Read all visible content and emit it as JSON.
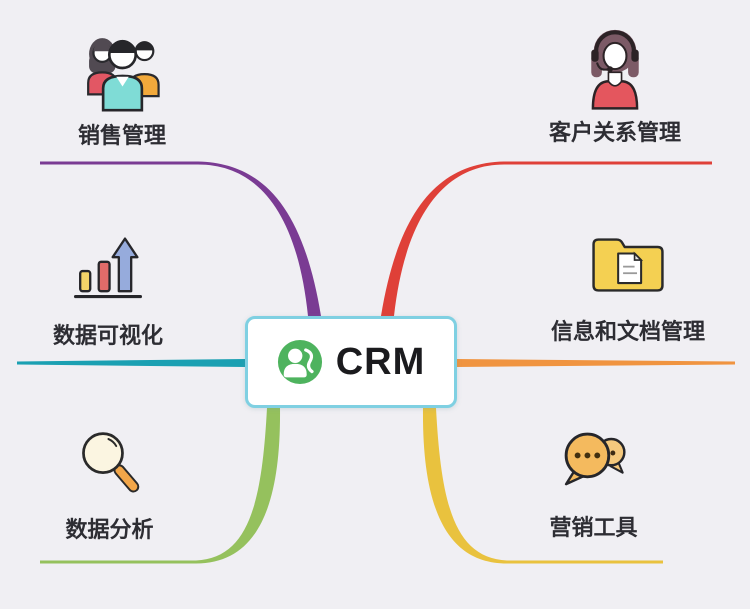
{
  "background_color": "#f0eff3",
  "center": {
    "title": "CRM",
    "icon": "contacts-icon",
    "icon_color": "#4eb35e",
    "box_border_color": "#7fd0e2"
  },
  "nodes": [
    {
      "id": "sales",
      "label": "销售管理",
      "icon": "people-group-icon",
      "branch_color": "#7a3b93",
      "position": "top-left"
    },
    {
      "id": "customer",
      "label": "客户关系管理",
      "icon": "support-agent-icon",
      "branch_color": "#df4038",
      "position": "top-right"
    },
    {
      "id": "dataviz",
      "label": "数据可视化",
      "icon": "bar-chart-icon",
      "branch_color": "#1ba0b2",
      "position": "middle-left"
    },
    {
      "id": "docs",
      "label": "信息和文档管理",
      "icon": "folder-document-icon",
      "branch_color": "#f09440",
      "position": "middle-right"
    },
    {
      "id": "analysis",
      "label": "数据分析",
      "icon": "magnifier-icon",
      "branch_color": "#95c15d",
      "position": "bottom-left"
    },
    {
      "id": "marketing",
      "label": "营销工具",
      "icon": "chat-bubbles-icon",
      "branch_color": "#e9c23e",
      "position": "bottom-right"
    }
  ]
}
